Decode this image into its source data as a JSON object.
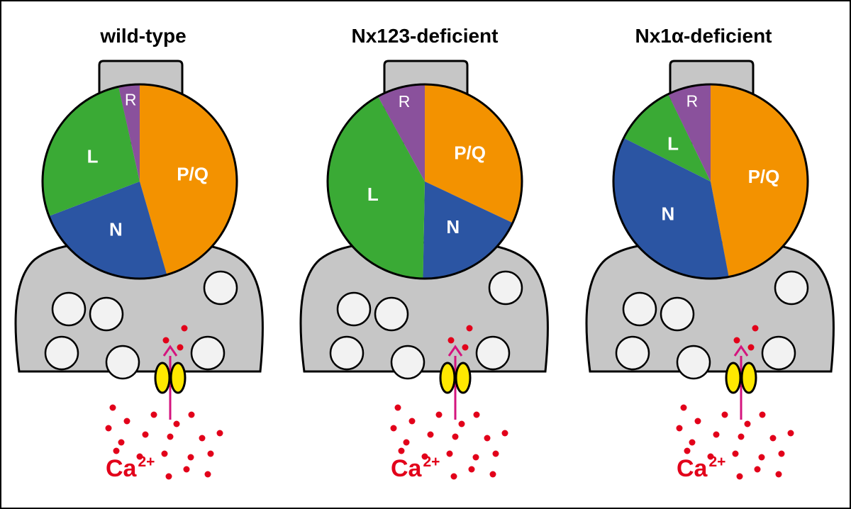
{
  "ion": {
    "base": "Ca",
    "superscript": "2+"
  },
  "colors": {
    "P/Q": "#f39200",
    "N": "#2b55a3",
    "L": "#3aaa35",
    "R": "#8a519c",
    "terminal": "#c6c6c6",
    "vesicle": "#f2f2f2",
    "channel": "#ffe800",
    "arrow": "#d4147e",
    "ion": "#e2001a"
  },
  "panels": [
    {
      "title": "wild-type",
      "segments": [
        {
          "label": "P/Q",
          "fraction": 0.455
        },
        {
          "label": "N",
          "fraction": 0.237
        },
        {
          "label": "L",
          "fraction": 0.273
        },
        {
          "label": "R",
          "fraction": 0.035
        }
      ]
    },
    {
      "title": "Nx123-deficient",
      "segments": [
        {
          "label": "P/Q",
          "fraction": 0.32
        },
        {
          "label": "N",
          "fraction": 0.183
        },
        {
          "label": "L",
          "fraction": 0.417
        },
        {
          "label": "R",
          "fraction": 0.08
        }
      ]
    },
    {
      "title": "Nx1α-deficient",
      "segments": [
        {
          "label": "P/Q",
          "fraction": 0.47
        },
        {
          "label": "N",
          "fraction": 0.354
        },
        {
          "label": "L",
          "fraction": 0.104
        },
        {
          "label": "R",
          "fraction": 0.072
        }
      ]
    }
  ]
}
